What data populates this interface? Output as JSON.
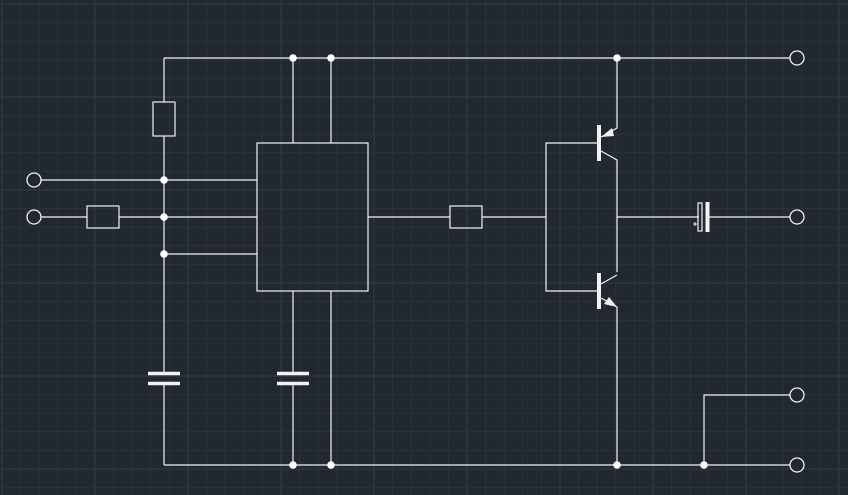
{
  "app": {
    "view": "cad-model-space",
    "background_color": "#212830",
    "grid": {
      "visible": true,
      "minor_color": "#2b323c",
      "major_color": "#333b46"
    }
  },
  "drawing": {
    "type": "electronic-schematic",
    "line_color": "#f2f2f2",
    "components": [
      {
        "kind": "resistor",
        "name": "resistor-r1-vertical"
      },
      {
        "kind": "resistor",
        "name": "resistor-r2-input"
      },
      {
        "kind": "resistor",
        "name": "resistor-r3-base"
      },
      {
        "kind": "integrated-circuit",
        "name": "ic-block"
      },
      {
        "kind": "capacitor",
        "name": "capacitor-c1"
      },
      {
        "kind": "capacitor",
        "name": "capacitor-c2"
      },
      {
        "kind": "capacitor-polarized",
        "name": "capacitor-c3-output"
      },
      {
        "kind": "transistor-pnp",
        "name": "transistor-q1"
      },
      {
        "kind": "transistor-npn",
        "name": "transistor-q2"
      }
    ],
    "terminal_count": 6,
    "junction_count": 11
  }
}
